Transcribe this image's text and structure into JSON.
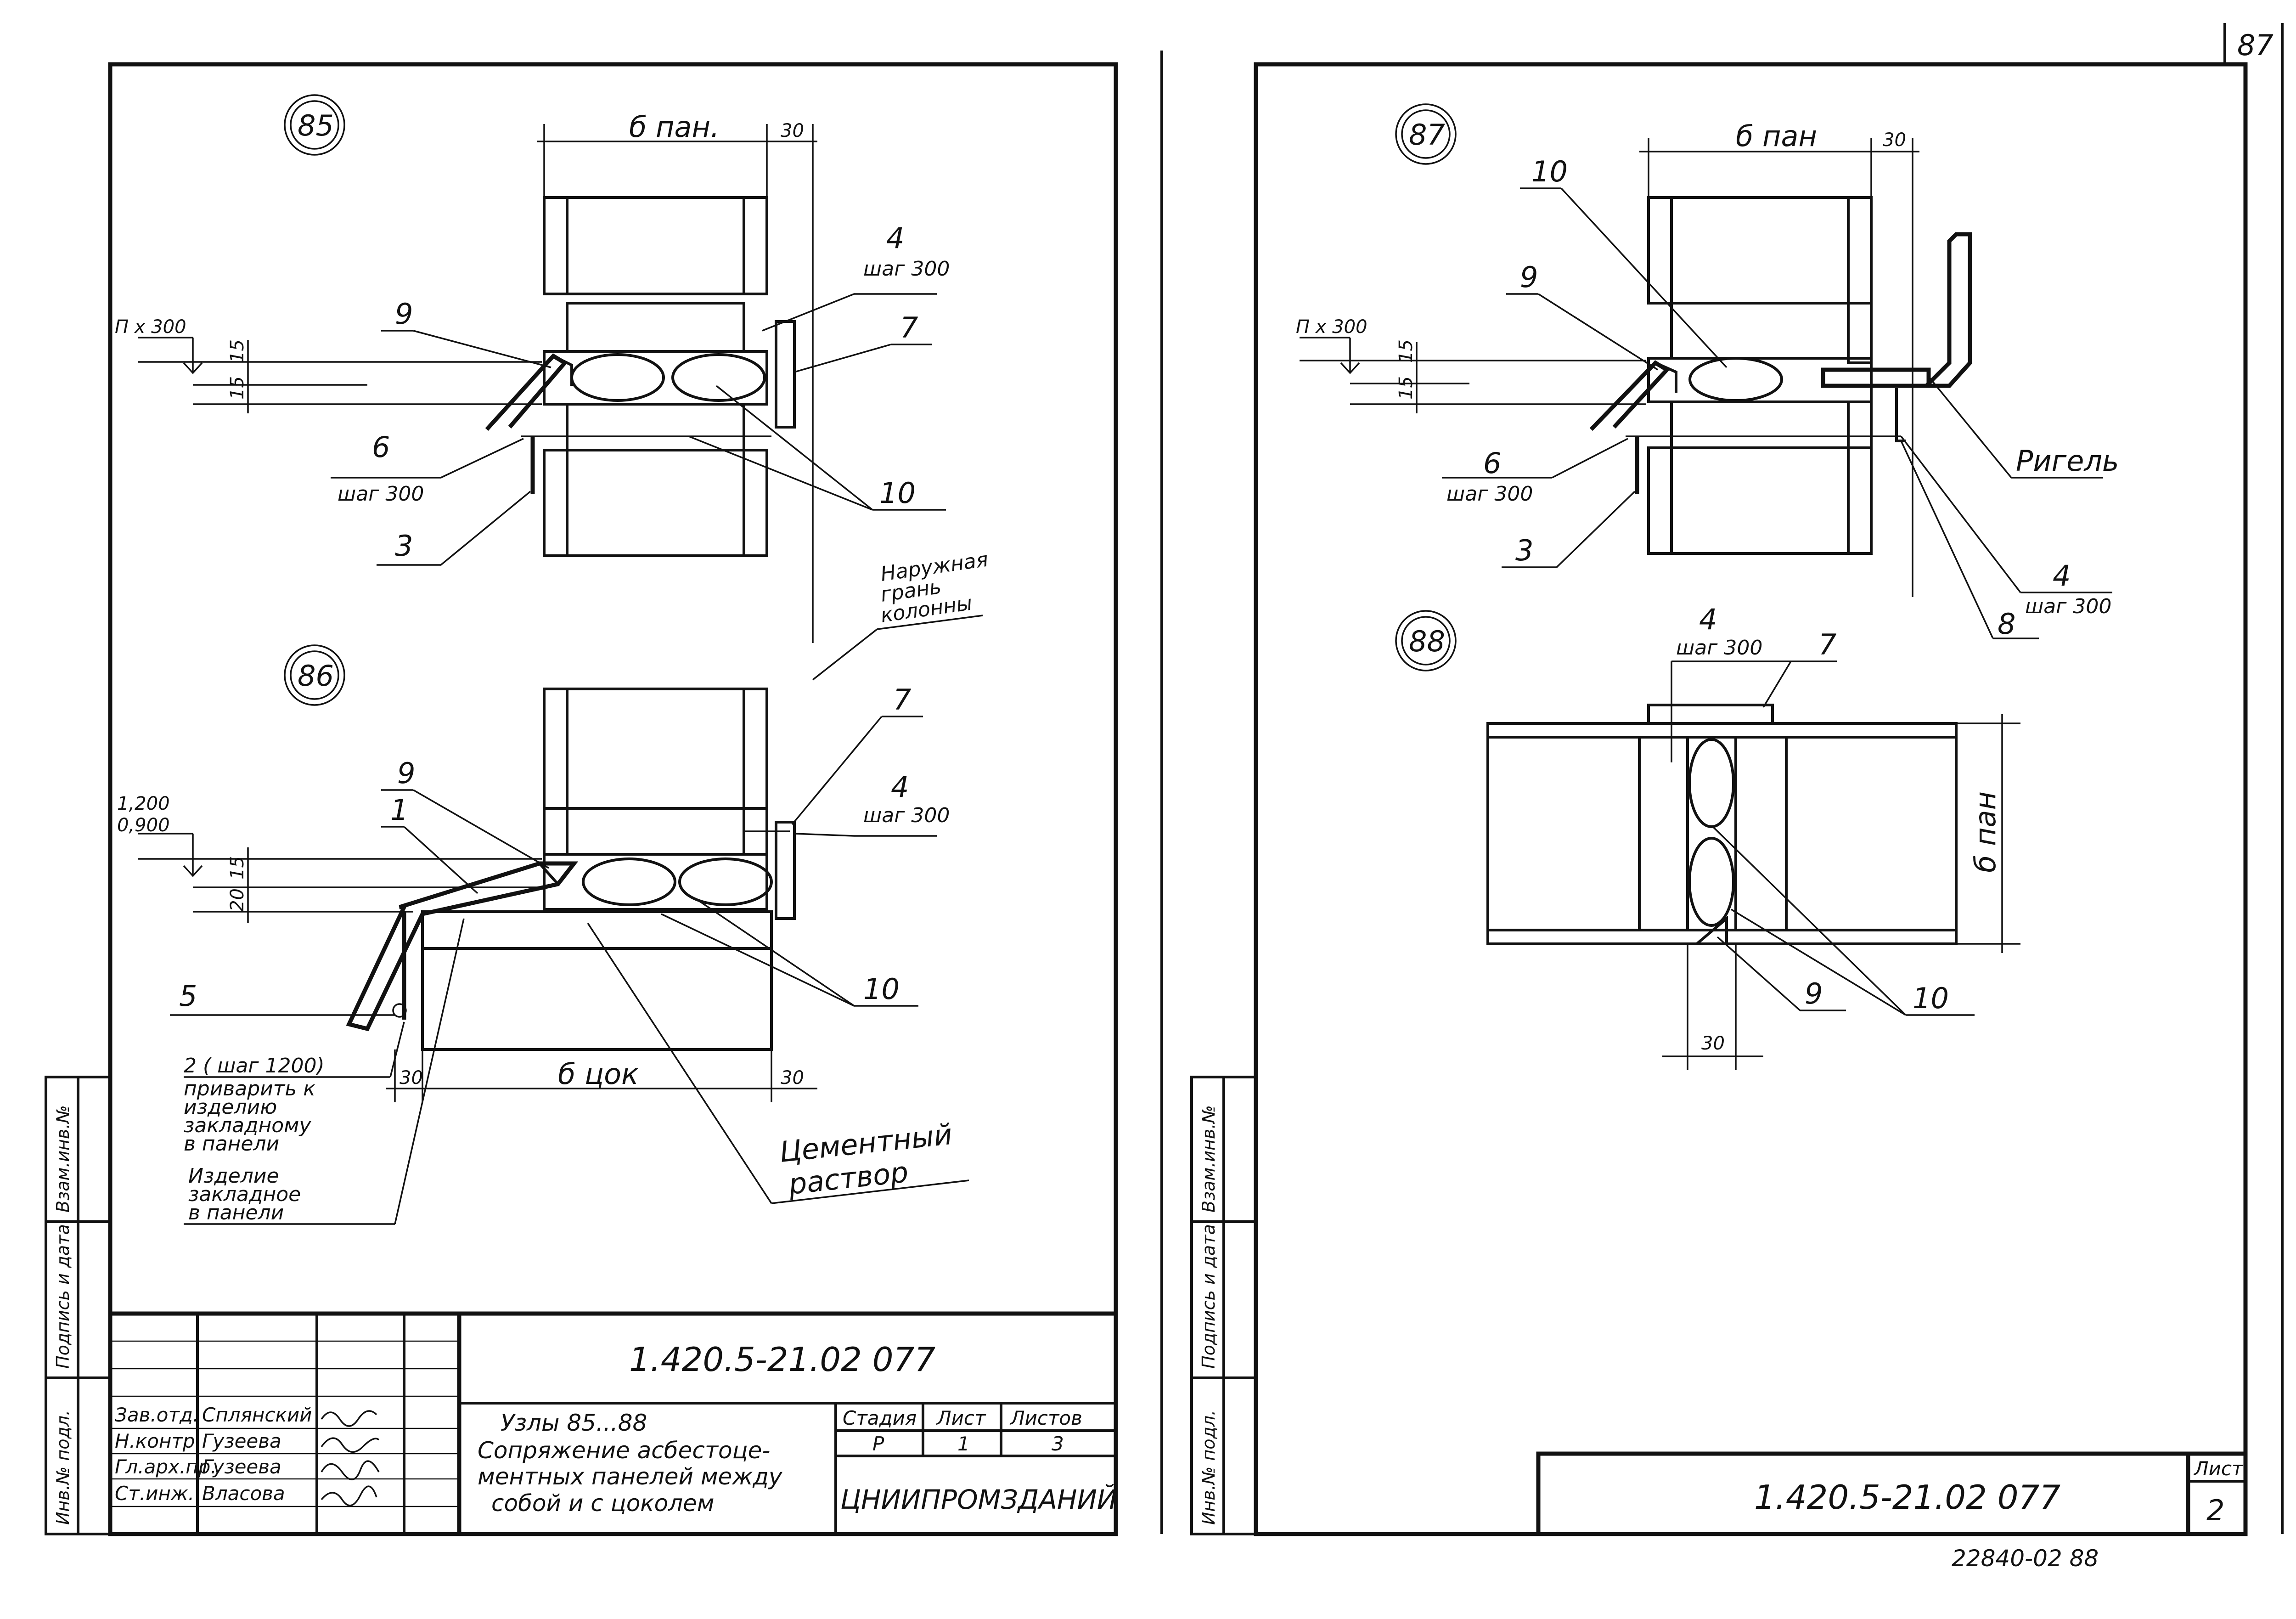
{
  "sheet_number": "87",
  "left_sheet": {
    "details": {
      "d85": {
        "number": "85",
        "dim_panel": "б пан.",
        "dim_30": "30",
        "step_label": "П х 300",
        "dim_15a": "15",
        "dim_15b": "15",
        "callouts": [
          "9",
          "4",
          "7",
          "6",
          "3",
          "10"
        ],
        "step_notes": [
          "шаг 300",
          "шаг 300"
        ],
        "column_note": [
          "Наружная",
          "грань",
          "колонны"
        ]
      },
      "d86": {
        "number": "86",
        "lvl1": "1,200",
        "lvl2": "0,900",
        "dim_15": "15",
        "dim_20": "20",
        "dim_30a": "30",
        "dim_30b": "30",
        "dim_plinth": "б цок",
        "callouts": [
          "9",
          "1",
          "7",
          "4",
          "5",
          "10"
        ],
        "step_note": "шаг 300",
        "note_weld": [
          "2 ( шаг 1200)",
          "приварить к",
          "изделию",
          "закладному",
          "в панели"
        ],
        "note_embed": [
          "Изделие",
          "закладное",
          "в панели"
        ],
        "note_cement": [
          "Цементный",
          "раствор"
        ]
      }
    },
    "side_stamp": [
      "Инв.№ подл.",
      "Подпись и дата",
      "Взам.инв.№"
    ],
    "title_block": {
      "doc_code": "1.420.5-21.02 077",
      "roles": [
        "Зав.отд.",
        "Н.контр.",
        "Гл.арх.пр.",
        "Ст.инж."
      ],
      "names": [
        "Сплянский",
        "Гузеева",
        "Гузеева",
        "Власова"
      ],
      "title_lines": [
        "Узлы 85...88",
        "Сопряжение асбестоце-",
        "ментных панелей между",
        "собой и с цоколем"
      ],
      "stage_label": "Стадия",
      "sheet_label": "Лист",
      "sheets_label": "Листов",
      "stage": "Р",
      "sheet": "1",
      "sheets": "3",
      "org": "ЦНИИПРОМЗДАНИЙ"
    }
  },
  "right_sheet": {
    "details": {
      "d87": {
        "number": "87",
        "dim_panel": "б пан",
        "dim_30": "30",
        "step_label": "П х 300",
        "dim_15a": "15",
        "dim_15b": "15",
        "callouts": [
          "10",
          "9",
          "6",
          "3",
          "4",
          "8"
        ],
        "step_notes": [
          "шаг 300",
          "шаг 300"
        ],
        "rigel": "Ригель"
      },
      "d88": {
        "number": "88",
        "callouts": [
          "4",
          "7",
          "9",
          "10"
        ],
        "step_note": "шаг 300",
        "dim_panel": "б пан",
        "dim_30": "30"
      }
    },
    "side_stamp": [
      "Инв.№ подл.",
      "Подпись и дата",
      "Взам.инв.№"
    ],
    "title_block": {
      "doc_code": "1.420.5-21.02 077",
      "sheet_label": "Лист",
      "sheet": "2"
    },
    "footer_code": "22840-02  88"
  }
}
